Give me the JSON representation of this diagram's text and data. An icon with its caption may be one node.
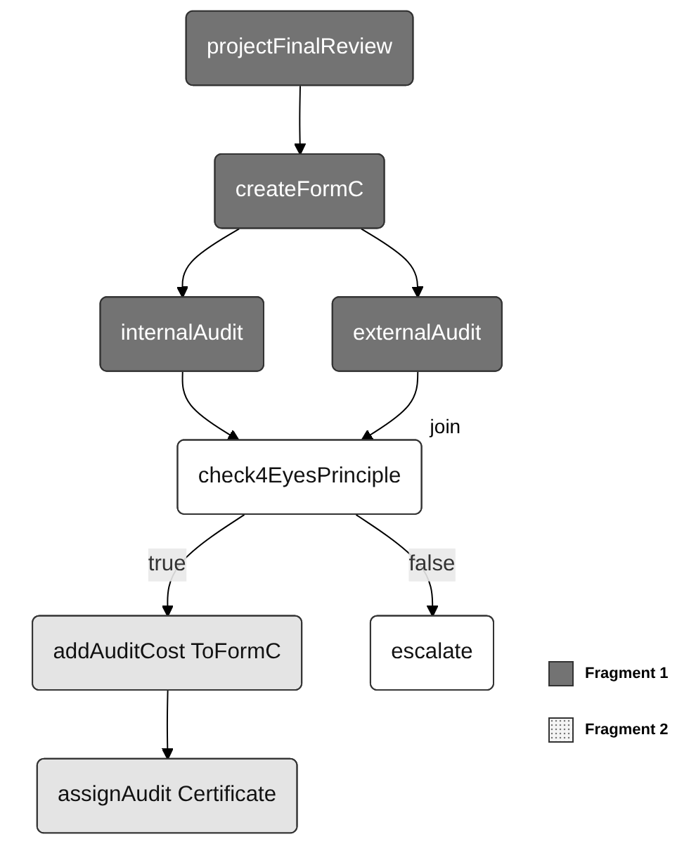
{
  "diagram": {
    "nodes": [
      {
        "text": [
          "projectFinalReview"
        ]
      },
      {
        "text": [
          "createFormC"
        ]
      },
      {
        "text": [
          "internalAudit"
        ]
      },
      {
        "text": [
          "externalAudit"
        ]
      },
      {
        "text": [
          "check4EyesPrinciple"
        ],
        "beside": [
          "join"
        ]
      },
      {
        "text": [
          "addAuditCost ToFormC"
        ]
      },
      {
        "text": [
          "escalate"
        ]
      },
      {
        "text": [
          "assignAudit Certificate"
        ]
      }
    ],
    "edges": [
      {
        "from": 0,
        "to": 1,
        "arrow": "to"
      },
      {
        "from": 1,
        "to": 2,
        "arrow": "to"
      },
      {
        "from": 1,
        "to": 3,
        "arrow": "to"
      },
      {
        "from": 2,
        "to": 4,
        "arrow": "to"
      },
      {
        "from": 3,
        "to": 4,
        "arrow": "to"
      },
      {
        "from": 4,
        "to": 5,
        "label": "true",
        "arrow": "to"
      },
      {
        "from": 4,
        "to": 6,
        "label": "false",
        "arrow": "to"
      },
      {
        "from": 5,
        "to": 7,
        "arrow": "to"
      }
    ],
    "legend": [
      {
        "text": "Fragment 1",
        "color": "#737373"
      },
      {
        "text": "Fragment 2"
      }
    ]
  }
}
